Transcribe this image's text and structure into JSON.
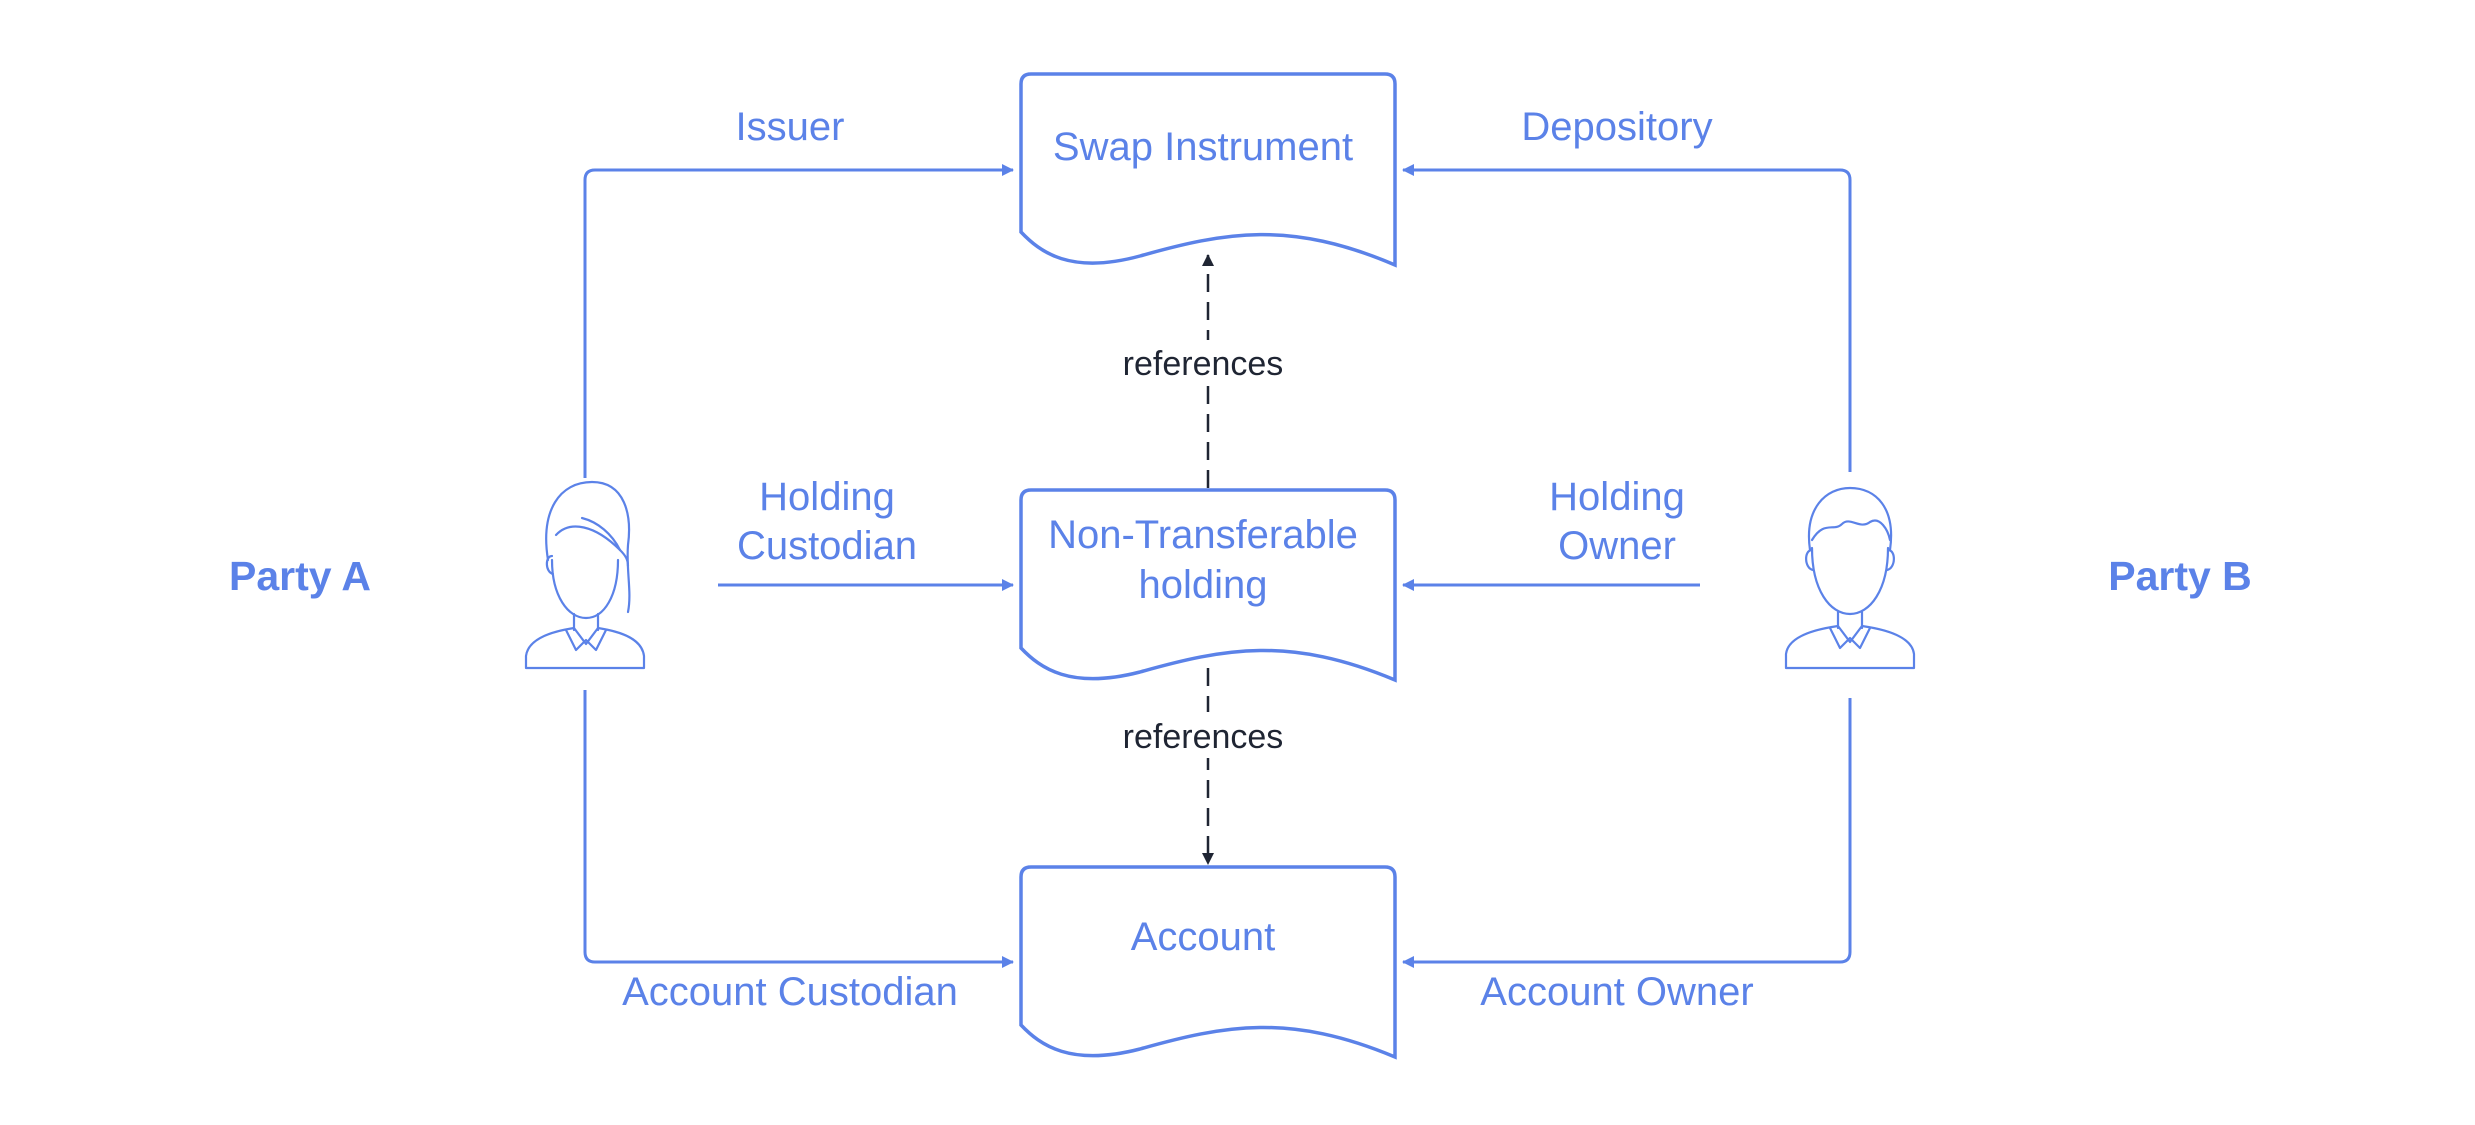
{
  "colors": {
    "accent": "#5b82e8",
    "dark": "#1f2533",
    "background": "#ffffff"
  },
  "parties": {
    "a": "Party A",
    "b": "Party B"
  },
  "icons": {
    "party_a": "female-user-icon",
    "party_b": "male-user-icon"
  },
  "nodes": {
    "swap_instrument": "Swap Instrument",
    "holding_line1": "Non-Transferable",
    "holding_line2": "holding",
    "account": "Account"
  },
  "edges": {
    "issuer": "Issuer",
    "depository": "Depository",
    "holding_custodian_line1": "Holding",
    "holding_custodian_line2": "Custodian",
    "holding_owner_line1": "Holding",
    "holding_owner_line2": "Owner",
    "account_custodian": "Account Custodian",
    "account_owner": "Account Owner",
    "references_up": "references",
    "references_down": "references"
  }
}
